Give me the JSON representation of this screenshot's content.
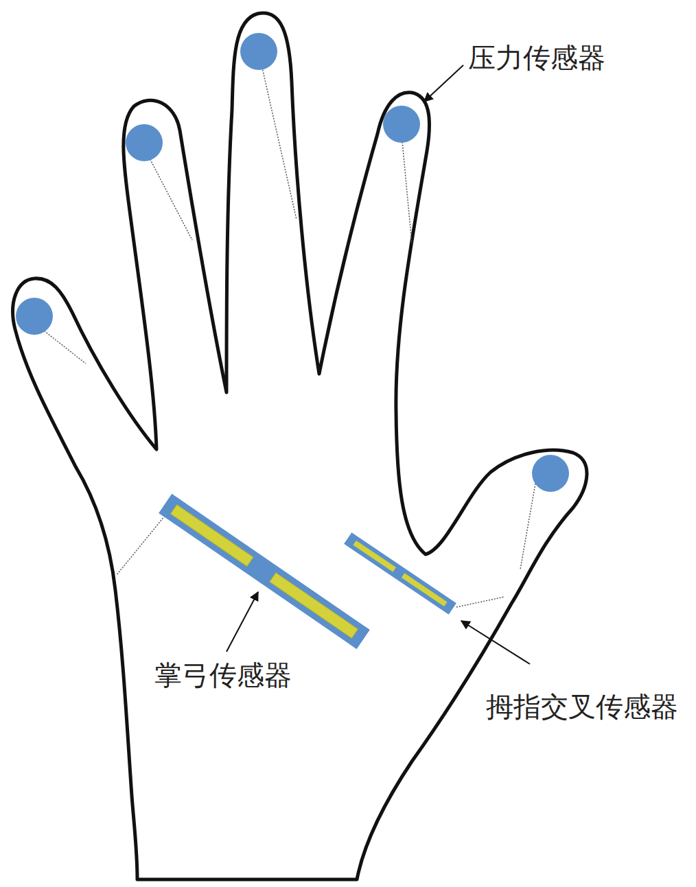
{
  "diagram": {
    "labels": [
      "压力传感器",
      "掌弓传感器",
      "拇指交叉传感器"
    ]
  }
}
